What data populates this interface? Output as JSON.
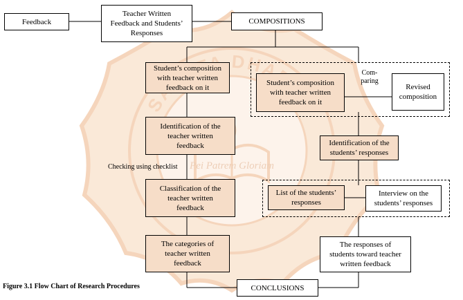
{
  "diagram": {
    "nodes": {
      "feedback": "Feedback",
      "teacher_written_feedback_responses": "Teacher Written\nFeedback and Students’\nResponses",
      "compositions": "COMPOSITIONS",
      "student_composition_left": "Student’s composition\nwith teacher written\nfeedback on it",
      "student_composition_right": "Student’s composition\nwith teacher written\nfeedback on it",
      "revised_composition": "Revised\ncomposition",
      "identification_feedback": "Identification of the\nteacher written\nfeedback",
      "identification_responses": "Identification of the\nstudents’ responses",
      "classification_feedback": "Classification of the\nteacher written\nfeedback",
      "list_responses": "List of the students’\nresponses",
      "interview_responses": "Interview on the\nstudents’ responses",
      "categories_feedback": "The categories of\nteacher written\nfeedback",
      "responses_toward_feedback": "The responses of\nstudents toward teacher\nwritten feedback",
      "conclusions": "CONCLUSIONS"
    },
    "labels": {
      "comparing": "Com-\nparing",
      "checking": "Checking using checklist"
    },
    "watermark": {
      "top_arc": "SANATA DHARMA",
      "latin_motto": "Pei  Patrem Gloriam"
    }
  },
  "caption": "Figure 3.1 Flow Chart of Research Procedures",
  "colors": {
    "line": "#000000",
    "box_fill": "#ffffff",
    "tinted_fill": "#f6ddc8",
    "watermark": "#e9a46c"
  }
}
